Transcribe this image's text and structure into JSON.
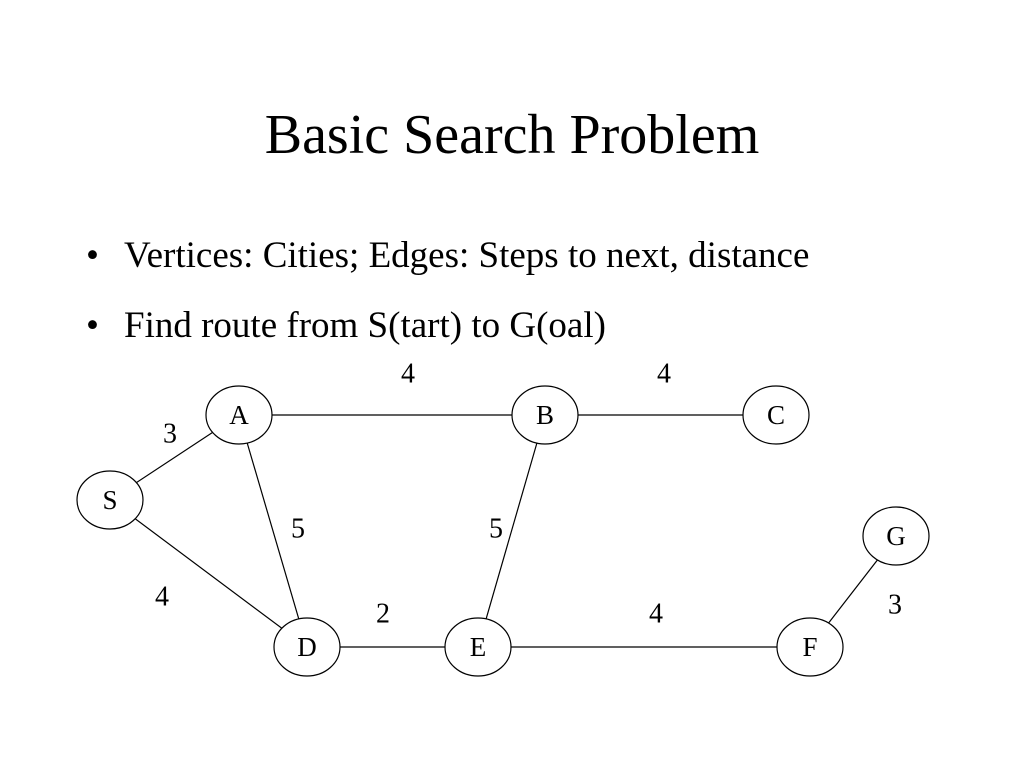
{
  "slide": {
    "title": "Basic Search Problem",
    "bullets": [
      "Vertices: Cities; Edges: Steps to next, distance",
      "Find route from S(tart) to G(oal)"
    ],
    "bullet_marker": "•"
  },
  "graph": {
    "nodes": [
      {
        "id": "A",
        "label": "A"
      },
      {
        "id": "B",
        "label": "B"
      },
      {
        "id": "C",
        "label": "C"
      },
      {
        "id": "S",
        "label": "S"
      },
      {
        "id": "G",
        "label": "G"
      },
      {
        "id": "D",
        "label": "D"
      },
      {
        "id": "E",
        "label": "E"
      },
      {
        "id": "F",
        "label": "F"
      }
    ],
    "edges": [
      {
        "from": "S",
        "to": "A",
        "weight": "3"
      },
      {
        "from": "A",
        "to": "B",
        "weight": "4"
      },
      {
        "from": "B",
        "to": "C",
        "weight": "4"
      },
      {
        "from": "A",
        "to": "D",
        "weight": "5"
      },
      {
        "from": "B",
        "to": "E",
        "weight": "5"
      },
      {
        "from": "S",
        "to": "D",
        "weight": "4"
      },
      {
        "from": "D",
        "to": "E",
        "weight": "2"
      },
      {
        "from": "E",
        "to": "F",
        "weight": "4"
      },
      {
        "from": "F",
        "to": "G",
        "weight": "3"
      }
    ]
  }
}
